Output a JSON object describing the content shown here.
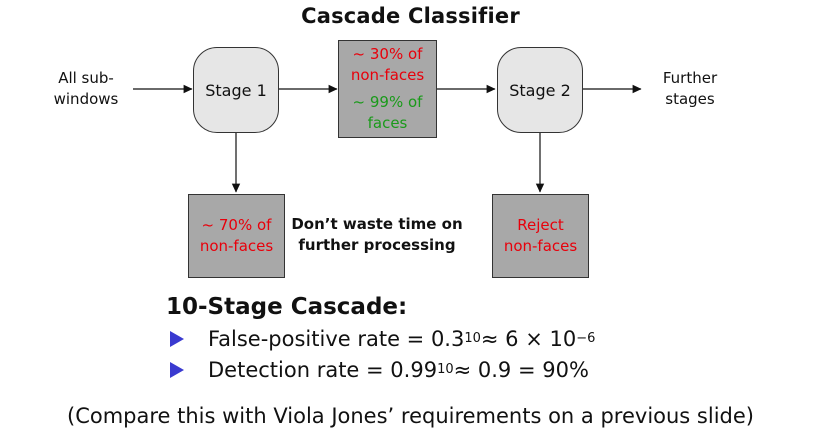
{
  "title": "Cascade Classifier",
  "input_label_1": "All sub-",
  "input_label_2": "windows",
  "stage1": "Stage 1",
  "stage2": "Stage 2",
  "middle_box": {
    "top_1": "~ 30% of",
    "top_2": "non-faces",
    "bottom_1": "~ 99% of",
    "bottom_2": "faces"
  },
  "reject_left": {
    "line1": "~ 70% of",
    "line2": "non-faces"
  },
  "reject_right": {
    "line1": "Reject",
    "line2": "non-faces"
  },
  "note": {
    "line1": "Don’t waste time on",
    "line2": "further processing"
  },
  "output_label_1": "Further",
  "output_label_2": "stages",
  "cascade_heading": "10-Stage Cascade:",
  "bullets": {
    "fp_text": "False-positive rate = 0.3",
    "fp_exp": "10",
    "fp_mid": " ≈ 6 × 10",
    "fp_exp2": "−6",
    "det_text": "Detection rate = 0.99",
    "det_exp": "10",
    "det_rest": " ≈ 0.9 = 90%"
  },
  "compare_note": "(Compare this with Viola Jones’ requirements on a previous slide)",
  "colors": {
    "red": "#e8000b",
    "green": "#1a9a1a",
    "bullet_blue": "#3a3ad0",
    "box_gray": "#a8a8a8",
    "stage_fill": "#e6e6e6"
  }
}
